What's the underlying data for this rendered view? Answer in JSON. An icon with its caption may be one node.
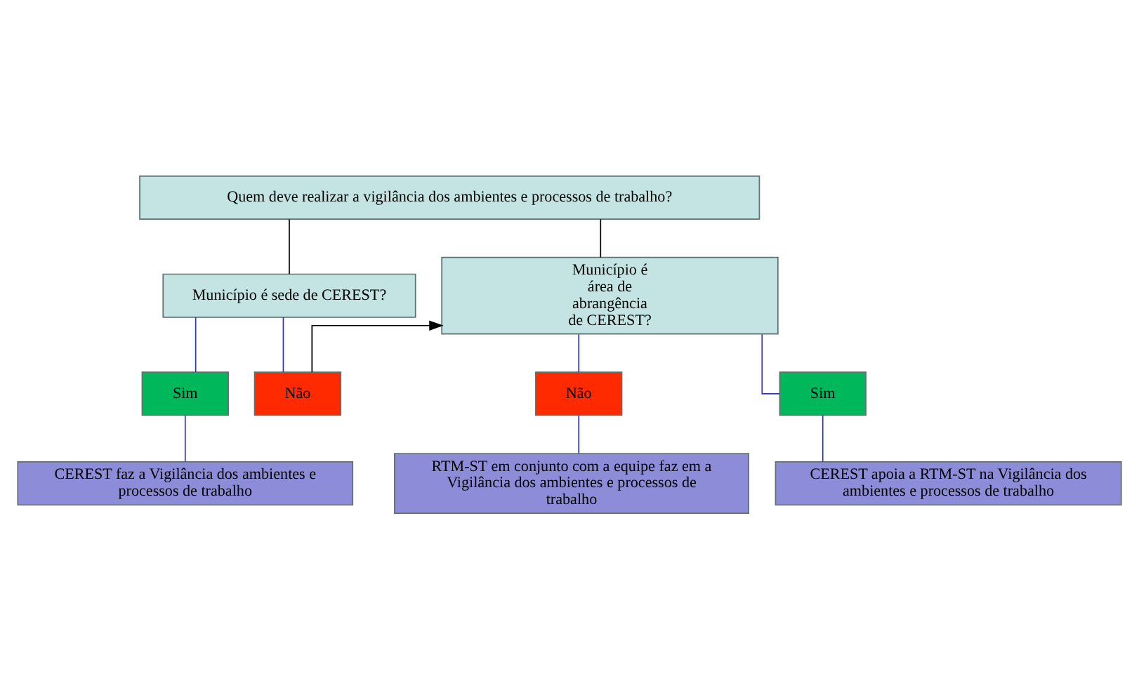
{
  "diagram": {
    "nodes": [
      {
        "text": [
          "Quem deve realizar a vigilância dos ambientes e processos de trabalho?"
        ]
      },
      {
        "text": [
          "Município é sede de CEREST?"
        ]
      },
      {
        "text": [
          "Município é área de abrangência de CEREST?"
        ]
      },
      {
        "text": [
          "Sim"
        ]
      },
      {
        "text": [
          "Não"
        ]
      },
      {
        "text": [
          "Não"
        ]
      },
      {
        "text": [
          "Sim"
        ]
      },
      {
        "text": [
          "CEREST faz a Vigilância dos ambientes e processos de trabalho"
        ]
      },
      {
        "text": [
          "CEREST apoia a RTM-ST na Vigilância dos ambientes e processos de trabalho"
        ]
      },
      {
        "text": [
          "RTM-ST em conjunto com a equipe faz em a Vigilância dos ambientes e processos de trabalho"
        ]
      }
    ],
    "edges": [
      {
        "from": 0,
        "to": 1,
        "arrow": "none",
        "color": "#000000"
      },
      {
        "from": 0,
        "to": 2,
        "arrow": "none",
        "color": "#000000"
      },
      {
        "from": 1,
        "to": 3,
        "arrow": "none"
      },
      {
        "from": 1,
        "to": 4,
        "arrow": "none"
      },
      {
        "from": 4,
        "to": 2,
        "arrow": "to",
        "color": "#000000"
      },
      {
        "from": 2,
        "to": 5,
        "arrow": "none"
      },
      {
        "from": 2,
        "to": 6,
        "arrow": "none"
      },
      {
        "from": 3,
        "to": 7,
        "arrow": "none"
      },
      {
        "from": 6,
        "to": 8,
        "arrow": "none"
      },
      {
        "from": 5,
        "to": 9,
        "arrow": "none"
      }
    ]
  }
}
